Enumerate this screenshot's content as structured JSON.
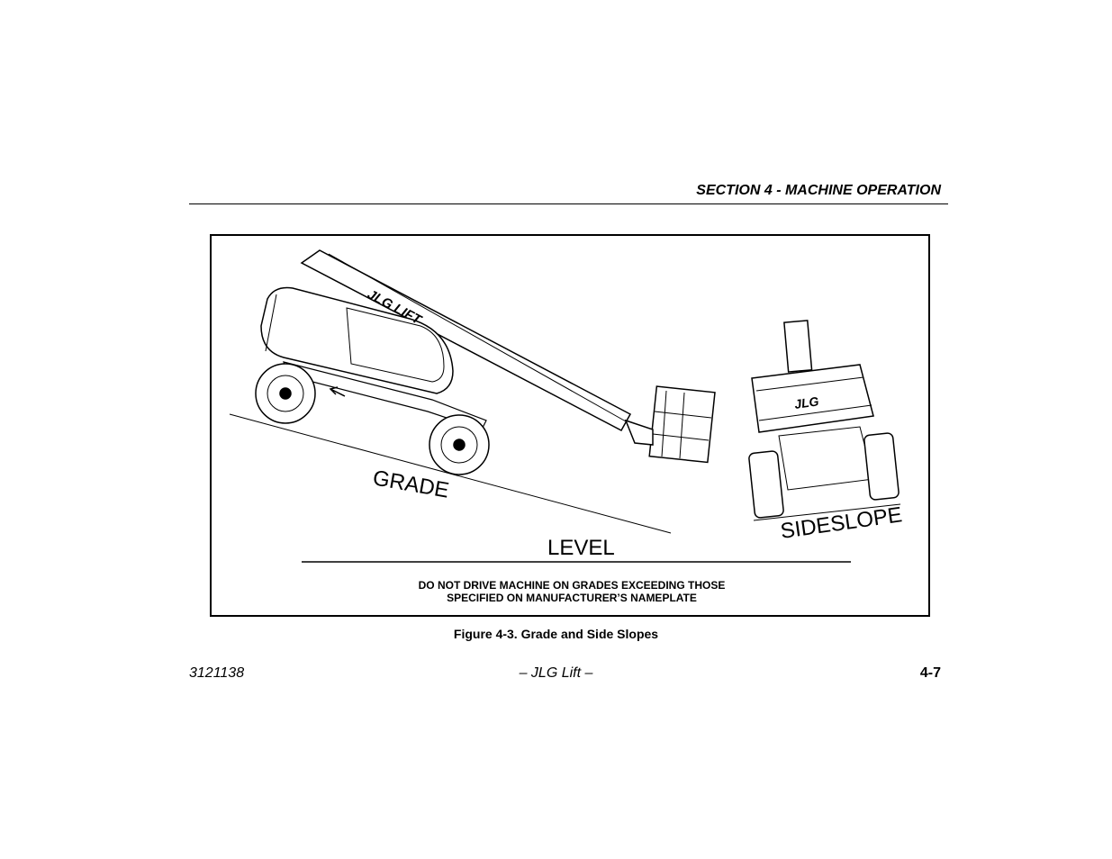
{
  "header": {
    "section_title": "SECTION 4 - MACHINE OPERATION"
  },
  "figure": {
    "label_grade": "GRADE",
    "label_level": "LEVEL",
    "label_sideslope": "SIDESLOPE",
    "boom_logo": "JLG LIFT",
    "chassis_logo": "JLG",
    "warning_line1": "DO NOT DRIVE MACHINE ON GRADES  EXCEEDING THOSE",
    "warning_line2": "SPECIFIED ON MANUFACTURER’S NAMEPLATE",
    "caption": "Figure 4-3. Grade and Side Slopes"
  },
  "footer": {
    "doc_number": "3121138",
    "title": "– JLG Lift –",
    "page": "4-7"
  }
}
